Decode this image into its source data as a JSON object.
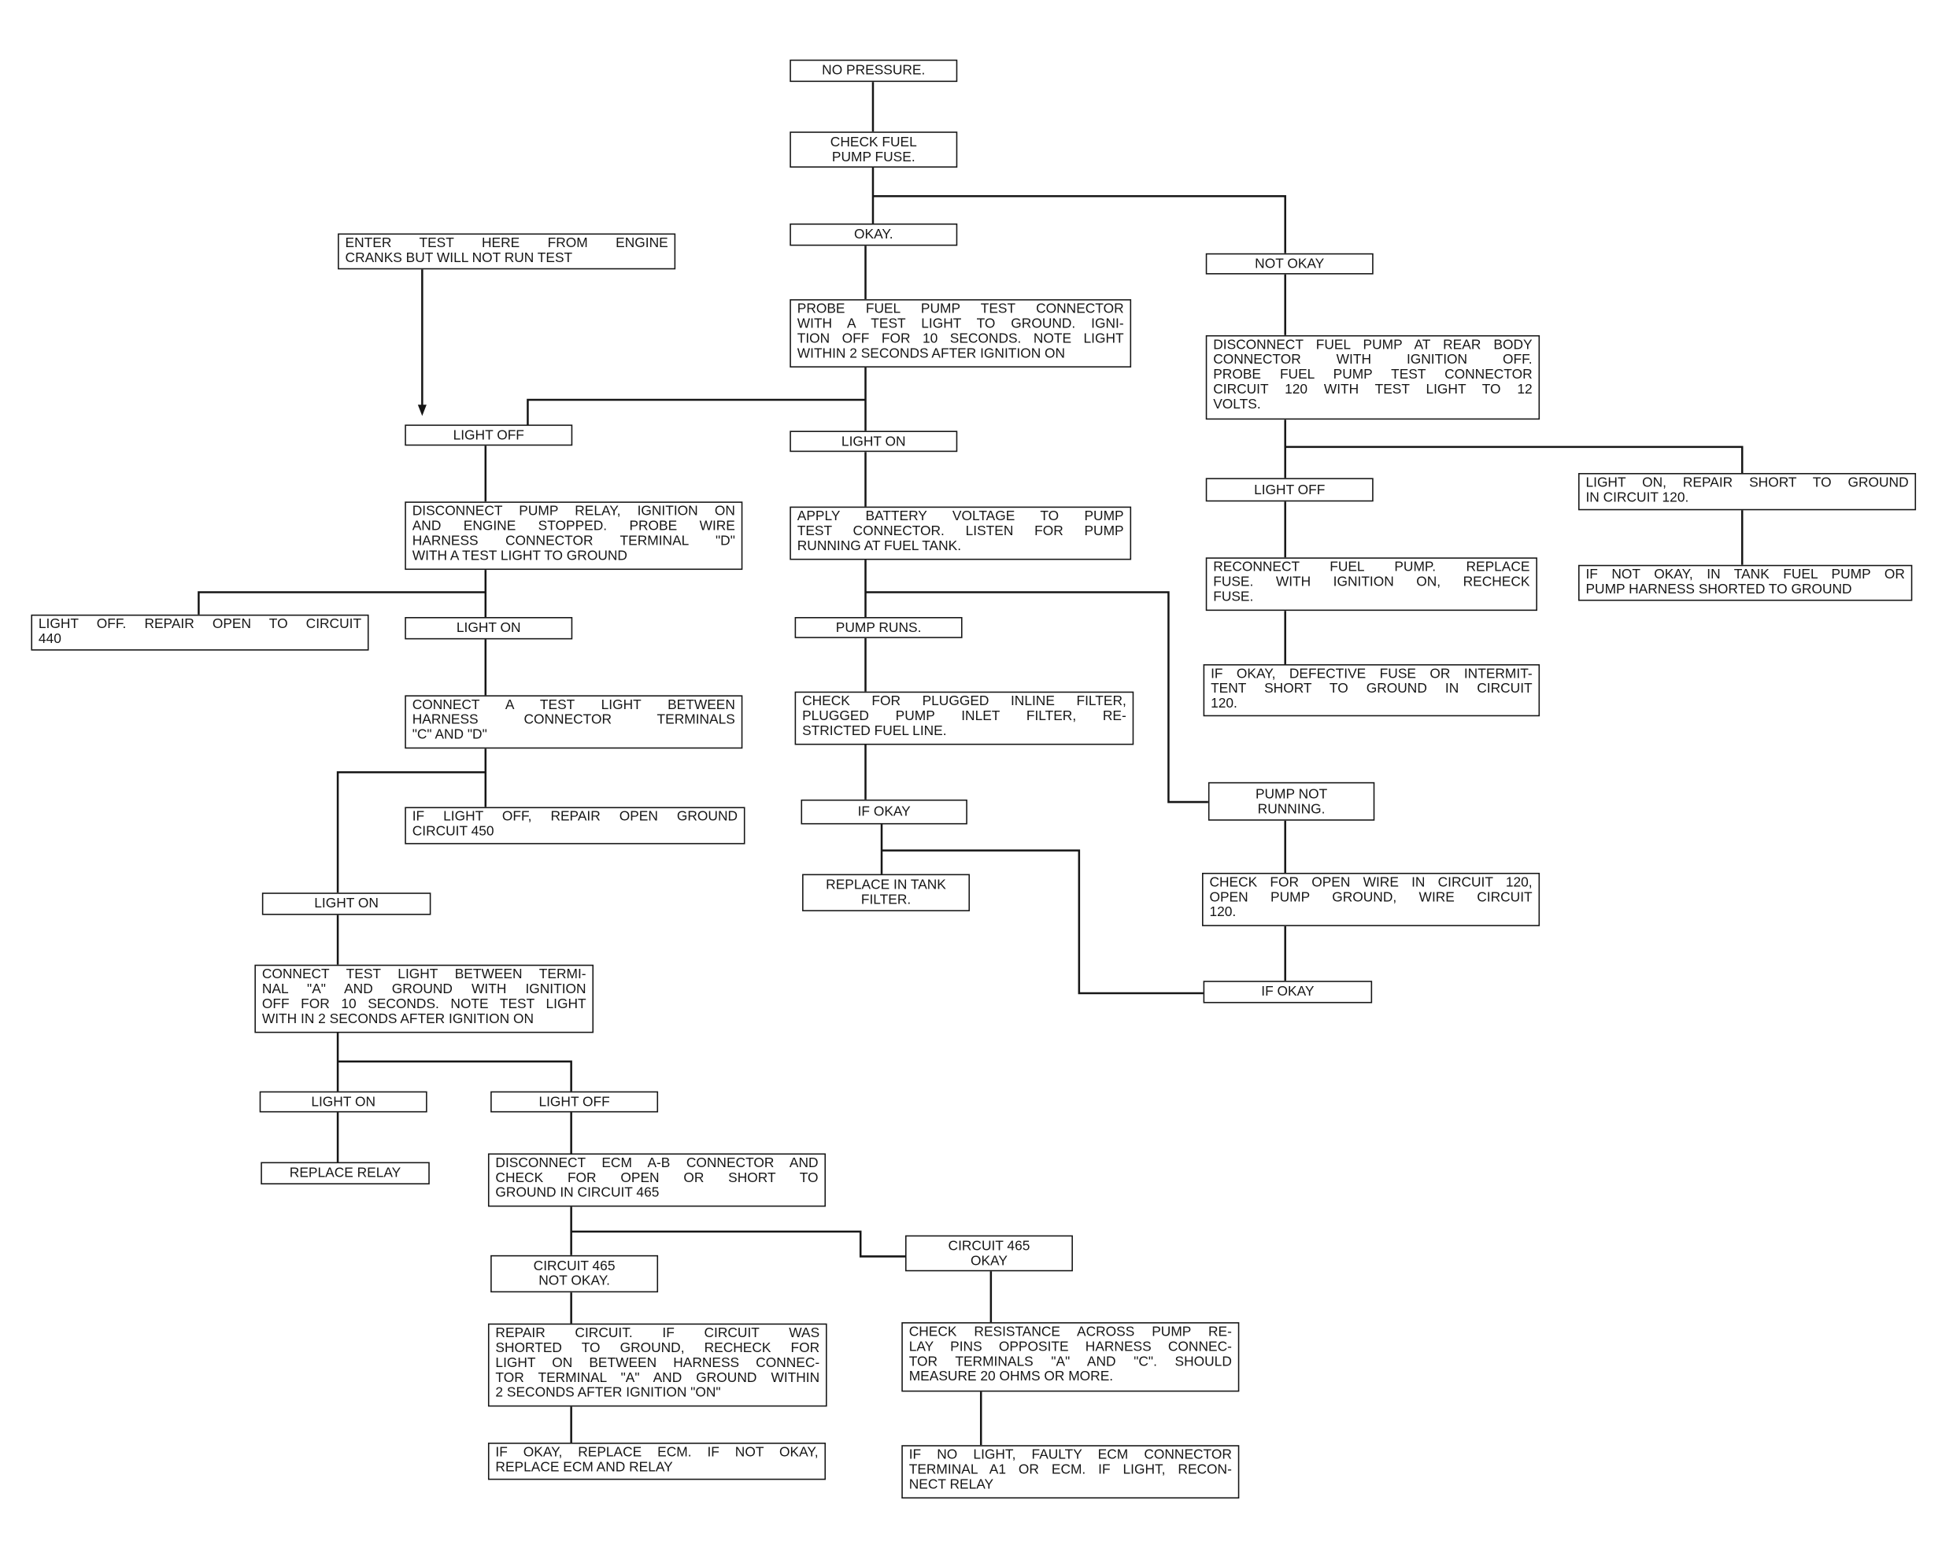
{
  "nodes": {
    "no_pressure": "NO PRESSURE.",
    "check_fuel_pump_fuse": "CHECK FUEL\nPUMP FUSE.",
    "okay": "OKAY.",
    "not_okay": "NOT OKAY",
    "enter_test": "ENTER TEST HERE FROM ENGINE\nCRANKS BUT WILL NOT RUN TEST",
    "probe_test_connector": "PROBE FUEL PUMP TEST CONNECTOR\nWITH A TEST LIGHT TO GROUND. IGNI-\nTION OFF FOR 10 SECONDS. NOTE LIGHT\nWITHIN 2 SECONDS AFTER IGNITION ON",
    "disconnect_fuel_pump": "DISCONNECT FUEL PUMP AT REAR BODY\nCONNECTOR WITH IGNITION OFF.\nPROBE FUEL PUMP TEST CONNECTOR\nCIRCUIT 120 WITH TEST LIGHT TO 12\nVOLTS.",
    "light_off_probe": "LIGHT OFF",
    "light_on_probe": "LIGHT ON",
    "light_off_circuit_120": "LIGHT OFF",
    "light_on_repair_short": "LIGHT ON, REPAIR SHORT TO GROUND\nIN CIRCUIT 120.",
    "disconnect_pump_relay": "DISCONNECT PUMP RELAY, IGNITION ON\nAND ENGINE STOPPED. PROBE WIRE\nHARNESS CONNECTOR TERMINAL \"D\"\nWITH A TEST LIGHT TO GROUND",
    "apply_battery_voltage": "APPLY BATTERY VOLTAGE TO PUMP\nTEST CONNECTOR. LISTEN FOR PUMP\nRUNNING AT FUEL TANK.",
    "reconnect_fuel_pump": "RECONNECT FUEL PUMP. REPLACE\nFUSE. WITH IGNITION ON, RECHECK\nFUSE.",
    "in_tank_pump_shorted": "IF NOT OKAY, IN TANK FUEL PUMP OR\nPUMP HARNESS SHORTED TO GROUND",
    "light_off_circuit_440": "LIGHT OFF. REPAIR OPEN TO CIRCUIT\n440",
    "light_on_terminal_d": "LIGHT ON",
    "pump_runs": "PUMP RUNS.",
    "defective_fuse": "IF OKAY, DEFECTIVE FUSE OR INTERMIT-\nTENT SHORT TO GROUND IN CIRCUIT\n120.",
    "connect_terminals_c_d": "CONNECT A TEST LIGHT BETWEEN\nHARNESS CONNECTOR TERMINALS\n\"C\" AND \"D\"",
    "check_plugged_filter": "CHECK FOR PLUGGED INLINE FILTER,\nPLUGGED PUMP INLET FILTER, RE-\nSTRICTED FUEL LINE.",
    "pump_not_running": "PUMP NOT\nRUNNING.",
    "open_ground_450": "IF LIGHT OFF, REPAIR OPEN GROUND\nCIRCUIT 450",
    "if_okay_filter": "IF OKAY",
    "replace_in_tank_filter": "REPLACE IN TANK\nFILTER.",
    "check_open_wire": "CHECK FOR OPEN WIRE IN CIRCUIT 120,\nOPEN PUMP GROUND, WIRE CIRCUIT\n120.",
    "light_on_terminals_c_d": "LIGHT ON",
    "connect_terminal_a": "CONNECT TEST LIGHT BETWEEN TERMI-\nNAL \"A\" AND GROUND WITH IGNITION\nOFF FOR 10 SECONDS. NOTE TEST LIGHT\nWITH IN 2 SECONDS AFTER IGNITION ON",
    "if_okay_open_wire": "IF OKAY",
    "light_on_terminal_a": "LIGHT ON",
    "light_off_terminal_a": "LIGHT OFF",
    "replace_relay": "REPLACE RELAY",
    "disconnect_ecm": "DISCONNECT ECM A-B CONNECTOR AND\nCHECK FOR OPEN OR SHORT TO\nGROUND IN CIRCUIT 465",
    "circuit_465_not_okay": "CIRCUIT 465\nNOT OKAY.",
    "circuit_465_okay": "CIRCUIT 465\nOKAY",
    "repair_circuit": "REPAIR CIRCUIT. IF CIRCUIT WAS\nSHORTED TO GROUND, RECHECK FOR\nLIGHT ON BETWEEN HARNESS CONNEC-\nTOR TERMINAL \"A\" AND GROUND WITHIN\n2 SECONDS AFTER IGNITION \"ON\"",
    "check_resistance": "CHECK RESISTANCE ACROSS PUMP RE-\nLAY PINS OPPOSITE HARNESS CONNEC-\nTOR TERMINALS \"A\" AND \"C\". SHOULD\nMEASURE 20 OHMS OR MORE.",
    "replace_ecm": "IF OKAY, REPLACE ECM. IF NOT OKAY,\nREPLACE ECM AND RELAY",
    "faulty_ecm_connector": "IF NO LIGHT, FAULTY ECM CONNECTOR\nTERMINAL A1 OR ECM. IF LIGHT, RECON-\nNECT RELAY"
  }
}
